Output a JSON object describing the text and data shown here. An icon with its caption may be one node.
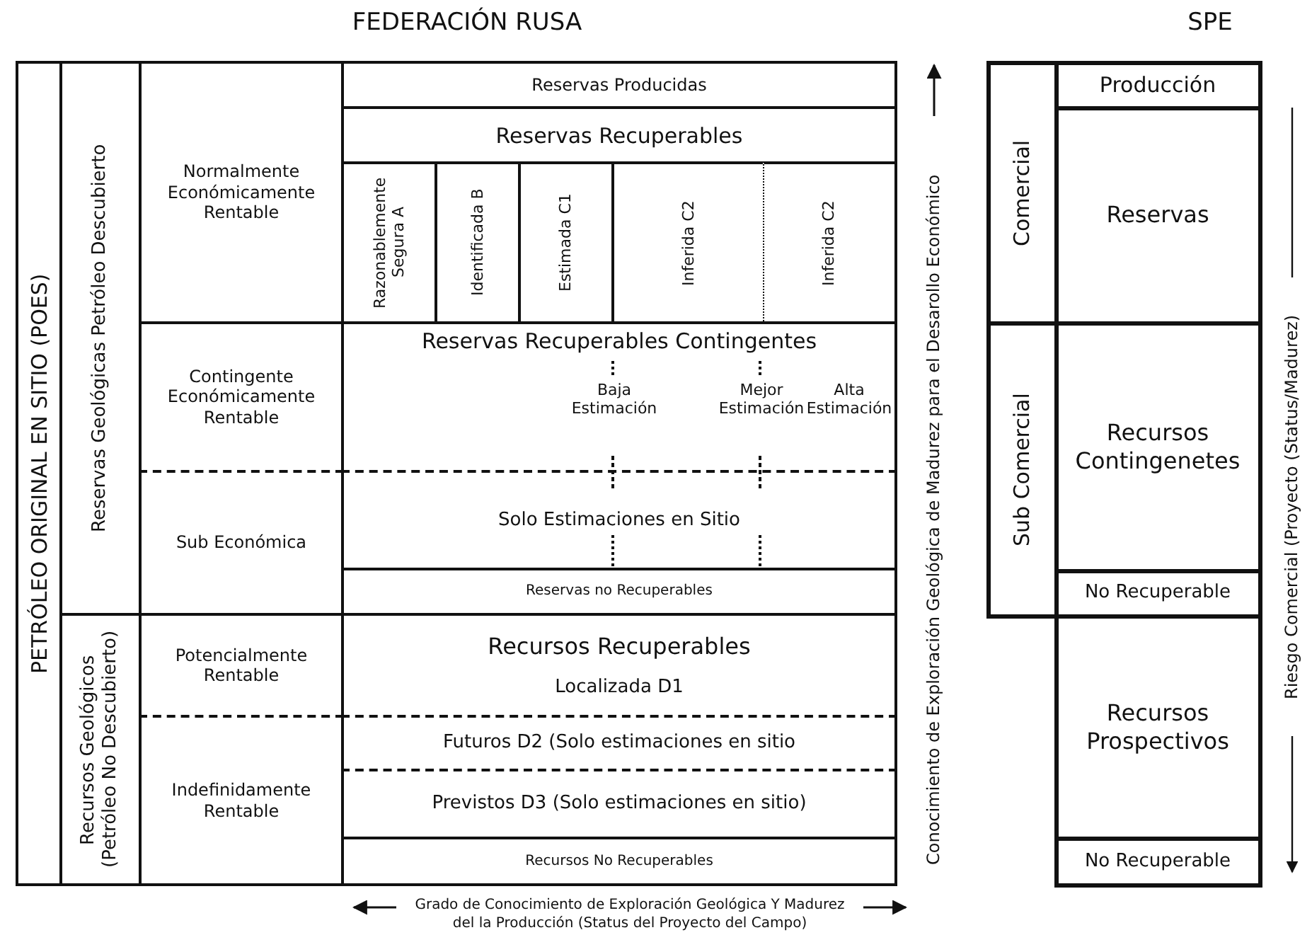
{
  "diagram": {
    "nodes": [
      {
        "text": [
          "PETRÓLEO ORIGINAL EN SITIO (POES)"
        ]
      },
      {
        "text": [
          "Reservas Geológicas Petróleo Descubierto"
        ]
      },
      {
        "text": [
          "Recursos Geológicos (Petróleo No Descubierto)"
        ]
      },
      {
        "text": [
          "Normalmente Económicamente Rentable"
        ]
      },
      {
        "text": [
          "Reservas Producidas"
        ]
      },
      {
        "text": [
          "Reservas Recuperables"
        ]
      },
      {
        "text": [
          "Razonablemente Segura A"
        ]
      },
      {
        "text": [
          "Identificada B"
        ]
      },
      {
        "text": [
          "Estimada C1"
        ]
      },
      {
        "text": [
          "Inferida C2"
        ]
      },
      {
        "text": [
          "Inferida C2"
        ]
      },
      {
        "text": [
          "Contingente Económicamente Rentable"
        ]
      },
      {
        "text": [
          "Reservas Recuperables Contingentes",
          "Baja Estimación",
          "Mejor Estimación",
          "Alta Estimación"
        ]
      },
      {
        "text": [
          "Sub Económica"
        ]
      },
      {
        "text": [
          "Solo Estimaciones en Sitio"
        ]
      },
      {
        "text": [
          "Reservas no Recuperables"
        ]
      },
      {
        "text": [
          "Potencialmente Rentable"
        ]
      },
      {
        "text": [
          "Recursos Recuperables",
          "Localizada D1"
        ]
      },
      {
        "text": [
          "Indefinidamente Rentable"
        ]
      },
      {
        "text": [
          "Futuros D2 (Solo estimaciones en sitio"
        ]
      },
      {
        "text": [
          "Previstos D3 (Solo estimaciones en sitio)"
        ]
      },
      {
        "text": [
          "Recursos No Recuperables"
        ]
      },
      {
        "text": [
          "Comercial"
        ]
      },
      {
        "text": [
          "Producción"
        ]
      },
      {
        "text": [
          "Reservas"
        ]
      },
      {
        "text": [
          "Sub Comercial"
        ]
      },
      {
        "text": [
          "Recursos Contingenetes"
        ]
      },
      {
        "text": [
          "No Recuperable"
        ]
      },
      {
        "text": [
          "Recursos Prospectivos"
        ]
      },
      {
        "text": [
          "No Recuperable"
        ]
      }
    ],
    "labels": [
      "FEDERACIÓN RUSA",
      "SPE",
      "Conocimiento de Exploración Geológica de Madurez para el Desarollo Económico",
      "Riesgo Comercial (Proyecto (Status/Madurez)",
      "Grado de Conocimiento de Exploración Geológica Y Madurez del la Producción (Status del Proyecto del Campo)"
    ]
  }
}
